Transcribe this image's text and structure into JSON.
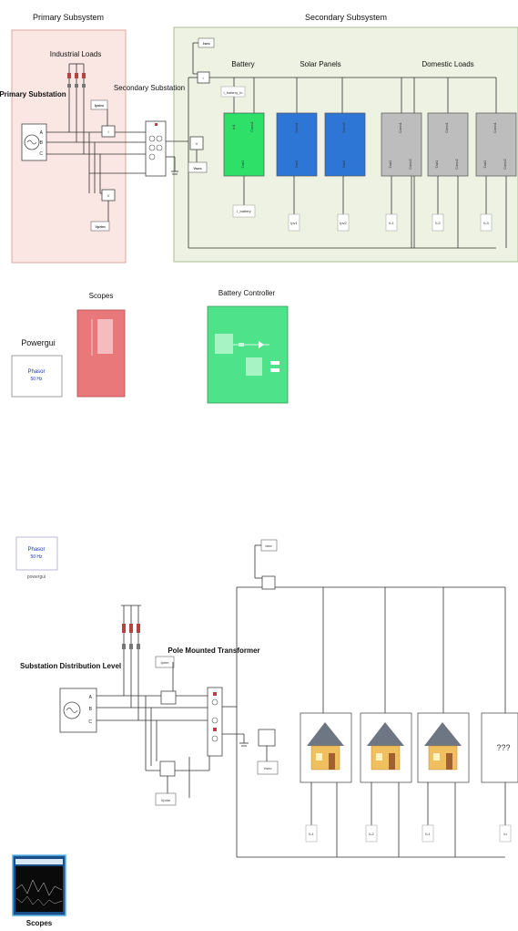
{
  "colors": {
    "primary_area": "#fae7e3",
    "primary_border": "#d9a79b",
    "secondary_area": "#edf2e2",
    "secondary_border": "#a9bc90",
    "battery_block": "#2ee068",
    "solar_block": "#2d76d6",
    "load_block": "#bdbdbd",
    "scopes_block": "#e8787a",
    "controller_block": "#4ee38a",
    "powergui_text": "#1a33c4"
  },
  "top": {
    "primary_title": "Primary Subsystem",
    "secondary_title": "Secondary Subsystem",
    "industrial_loads": "Industrial Loads",
    "primary_substation": "Primary Substation",
    "secondary_substation": "Secondary Substation",
    "battery": "Battery",
    "solar_panels": "Solar Panels",
    "domestic_loads": "Domestic Loads",
    "scopes": "Scopes",
    "battery_controller": "Battery Controller",
    "powergui": "Powergui",
    "powergui_line1": "Phasor",
    "powergui_line2": "50 Hz",
    "tags": {
      "iprim": "Iprim",
      "vprim": "Vprim",
      "isec": "Isec",
      "vsec": "Vsec",
      "i_battery_in": "I_battery_in",
      "i_battery": "I_battery",
      "ipv1": "Ipv1",
      "ipv2": "Ipv2",
      "il1": "IL1",
      "il2": "IL2",
      "il3": "IL3"
    },
    "ports": {
      "a": "A",
      "b": "B",
      "c": "C",
      "in1": "In1",
      "out1": "Out1",
      "conn1": "Conn1",
      "conn2": "Conn2",
      "i": "I",
      "v": "V"
    }
  },
  "bottom": {
    "powergui_line1": "Phasor",
    "powergui_line2": "50 Hz",
    "powergui_caption": "powergui",
    "substation_label": "Substation Distribution Level",
    "pole_transformer": "Pole Mounted Transformer",
    "unknown_load": "???",
    "scopes": "Scopes",
    "tags": {
      "isec": "Isec",
      "iprim": "Iprim",
      "vprim": "Vprim",
      "vsec": "Vsec",
      "il1": "IL1",
      "il2": "IL2",
      "il3": "IL3",
      "iu": "Iu"
    },
    "ports": {
      "a": "A",
      "b": "B",
      "c": "C"
    }
  }
}
